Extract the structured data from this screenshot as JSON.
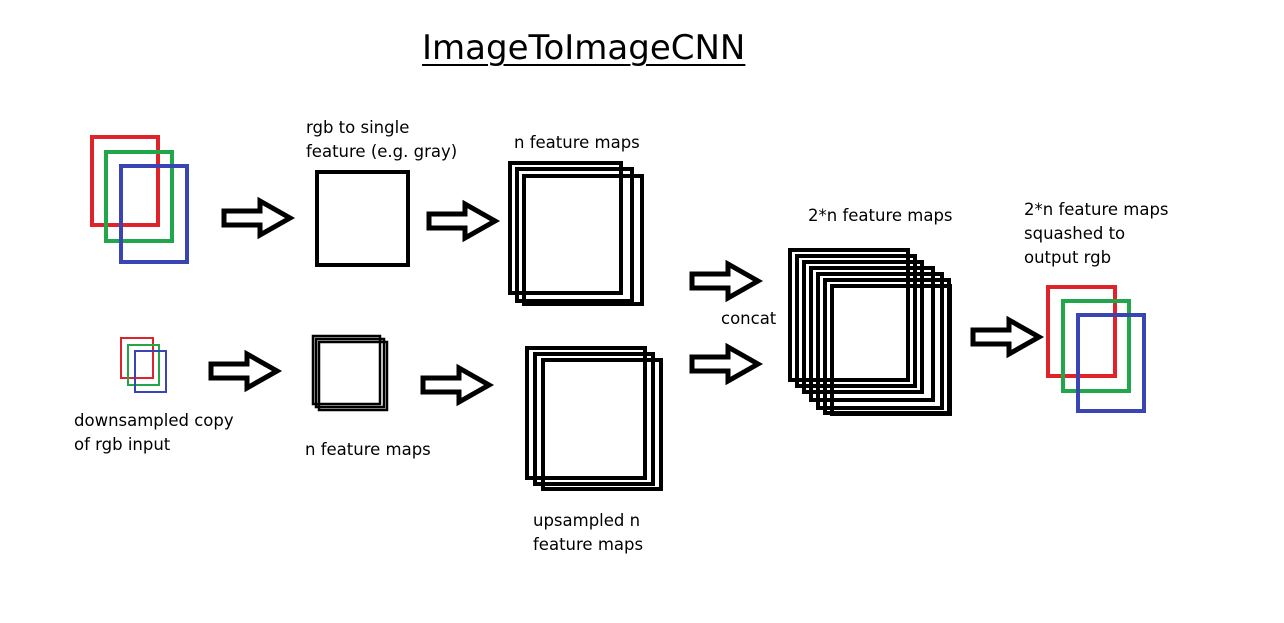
{
  "title": "ImageToImageCNN",
  "colors": {
    "red": "#e0232a",
    "green": "#21a64a",
    "blue": "#3a45b4",
    "stroke": "#000000"
  },
  "labels": {
    "rgb_to_single": [
      "rgb to single",
      "feature (e.g. gray)"
    ],
    "n_feature_maps_top": "n feature maps",
    "two_n_feature_maps": "2*n feature maps",
    "squashed": [
      "2*n feature maps",
      "squashed to",
      "output rgb"
    ],
    "concat": "concat",
    "downsampled": [
      "downsampled copy",
      "of rgb input"
    ],
    "n_feature_maps_bottom": "n feature maps",
    "upsampled": [
      "upsampled n",
      "feature maps"
    ]
  }
}
